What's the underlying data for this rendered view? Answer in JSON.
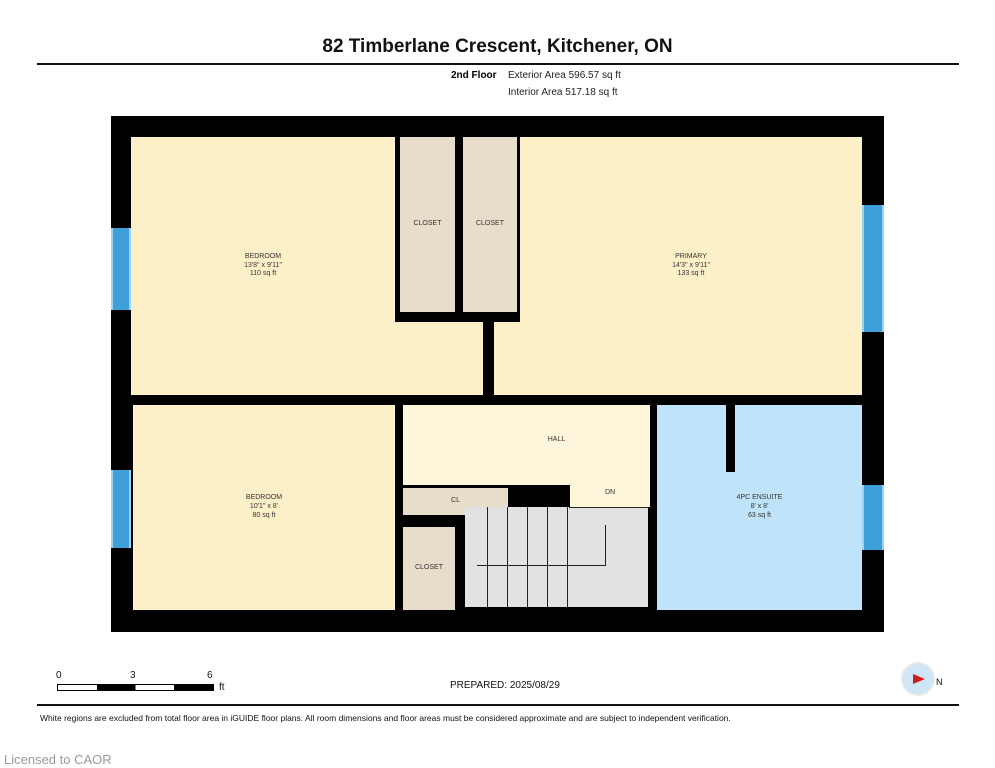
{
  "title": "82 Timberlane Crescent, Kitchener, ON",
  "floor": {
    "name": "2nd Floor",
    "exterior": "Exterior Area 596.57 sq ft",
    "interior": "Interior Area 517.18 sq ft"
  },
  "rooms": {
    "bedroom1": {
      "name": "BEDROOM",
      "dims": "13'8\" x 9'11\"",
      "area": "110 sq ft"
    },
    "primary": {
      "name": "PRIMARY",
      "dims": "14'3\" x 9'11\"",
      "area": "133 sq ft"
    },
    "closet1": "CLOSET",
    "closet2": "CLOSET",
    "closet3": "CLOSET",
    "cl": "CL",
    "hall": "HALL",
    "dn": "DN",
    "bedroom2": {
      "name": "BEDROOM",
      "dims": "10'1\" x 8'",
      "area": "80 sq ft"
    },
    "ensuite": {
      "name": "4PC ENSUITE",
      "dims": "8' x 8'",
      "area": "63 sq ft"
    }
  },
  "scale": {
    "t0": "0",
    "t3": "3",
    "t6": "6",
    "unit": "ft"
  },
  "prepared": "PREPARED: 2025/08/29",
  "compass": "N",
  "disclaimer": "White regions are excluded from total floor area in iGUIDE floor plans. All room dimensions and floor areas must be considered approximate and are subject to independent verification.",
  "license": "Licensed to CAOR"
}
